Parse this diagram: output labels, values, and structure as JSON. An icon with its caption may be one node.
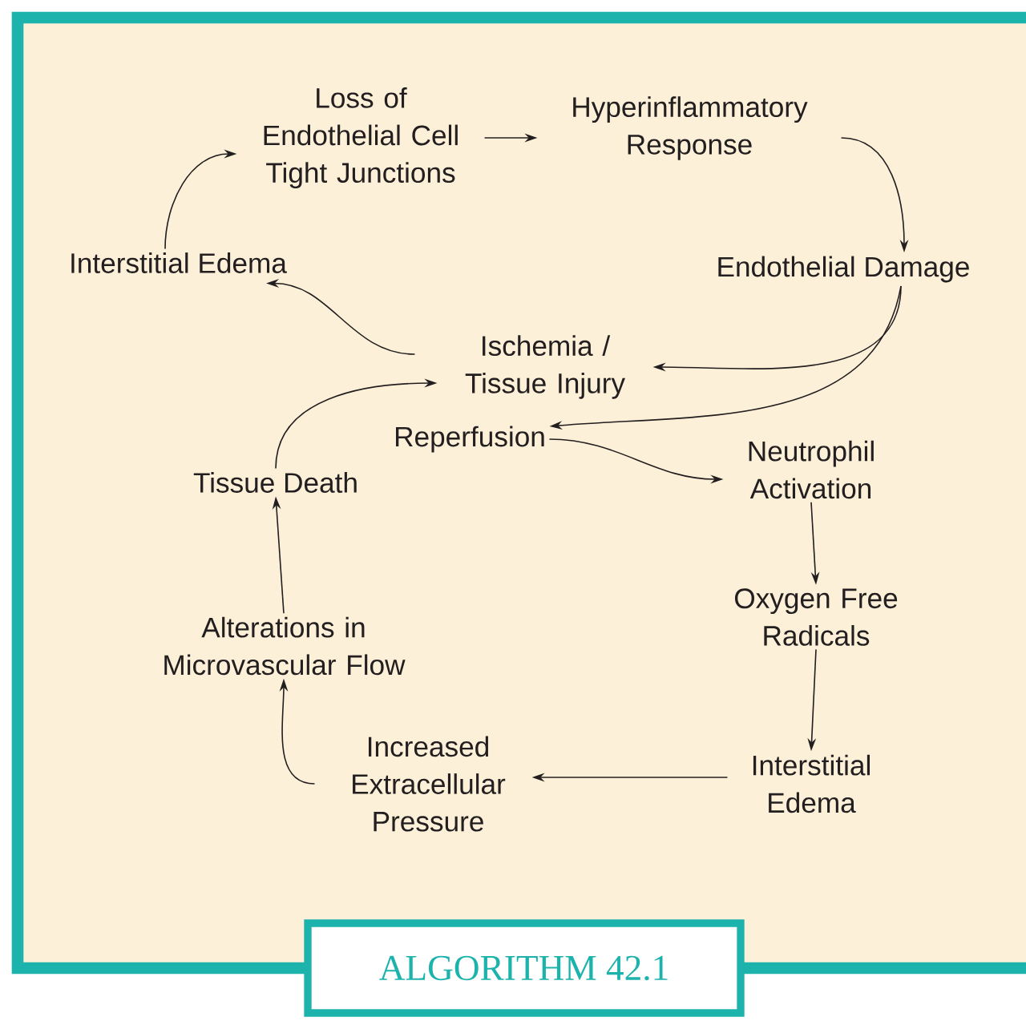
{
  "diagram": {
    "title": "ALGORITHM 42.1",
    "nodes": [
      {
        "text": [
          "Loss of Endothelial Cell Tight Junctions"
        ]
      },
      {
        "text": [
          "Hyperinflammatory Response"
        ]
      },
      {
        "text": [
          "Endothelial Damage"
        ]
      },
      {
        "text": [
          "Interstitial Edema"
        ]
      },
      {
        "text": [
          "Ischemia / Tissue Injury"
        ]
      },
      {
        "text": [
          "Reperfusion"
        ]
      },
      {
        "text": [
          "Neutrophil Activation"
        ]
      },
      {
        "text": [
          "Tissue Death"
        ]
      },
      {
        "text": [
          "Oxygen Free Radicals"
        ]
      },
      {
        "text": [
          "Alterations in Microvascular Flow"
        ]
      },
      {
        "text": [
          "Increased Extracellular Pressure"
        ]
      },
      {
        "text": [
          "Interstitial Edema"
        ]
      }
    ],
    "edges": [
      {
        "from": 3,
        "to": 0,
        "arrow": "to"
      },
      {
        "from": 0,
        "to": 1,
        "arrow": "to"
      },
      {
        "from": 1,
        "to": 2,
        "arrow": "to"
      },
      {
        "from": 2,
        "to": 4,
        "arrow": "to"
      },
      {
        "from": 2,
        "to": 5,
        "arrow": "to"
      },
      {
        "from": 4,
        "to": 3,
        "arrow": "to"
      },
      {
        "from": 5,
        "to": 6,
        "arrow": "to"
      },
      {
        "from": 6,
        "to": 8,
        "arrow": "to"
      },
      {
        "from": 8,
        "to": 11,
        "arrow": "to"
      },
      {
        "from": 11,
        "to": 10,
        "arrow": "to"
      },
      {
        "from": 10,
        "to": 9,
        "arrow": "to"
      },
      {
        "from": 9,
        "to": 7,
        "arrow": "to"
      },
      {
        "from": 7,
        "to": 4,
        "arrow": "to"
      }
    ]
  }
}
